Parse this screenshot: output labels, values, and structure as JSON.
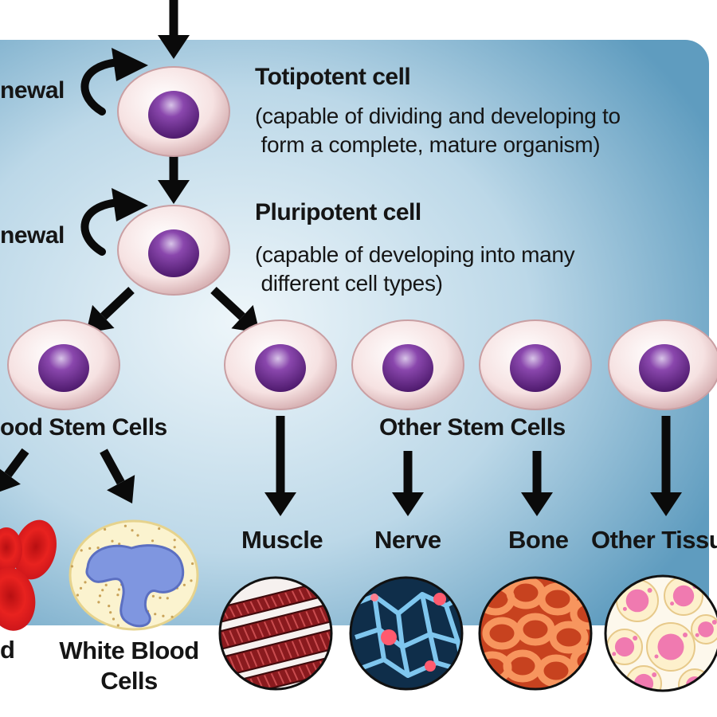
{
  "labels": {
    "self_renewal_1": "newal",
    "self_renewal_2": "newal",
    "totipotent_title": "Totipotent cell",
    "totipotent_desc": "(capable of dividing and developing to\n form a complete, mature organism)",
    "pluripotent_title": "Pluripotent cell",
    "pluripotent_desc": "(capable of developing into many\n different cell types)",
    "blood_stem": "ood Stem Cells",
    "other_stem": "Other Stem Cells",
    "muscle": "Muscle",
    "nerve": "Nerve",
    "bone": "Bone",
    "other_tissue": "Other Tissue",
    "red_blood": "d",
    "white_blood": "White Blood\nCells"
  },
  "colors": {
    "panel_light": "#e9f3f8",
    "panel_mid": "#b9d6e6",
    "panel_dark": "#6fa6c5",
    "cell_body": "#f6dede",
    "nucleus": "#6d2a8c",
    "arrow": "#0a0a0a",
    "red_blood": "#e01818",
    "white_blood_cytoplasm": "#fbf3cf",
    "white_blood_nucleus": "#7f96e0",
    "muscle": "#8a1a1e",
    "nerve": "#3d86b8",
    "bone": "#e2622e",
    "other_tissue": "#f3b6cf"
  }
}
